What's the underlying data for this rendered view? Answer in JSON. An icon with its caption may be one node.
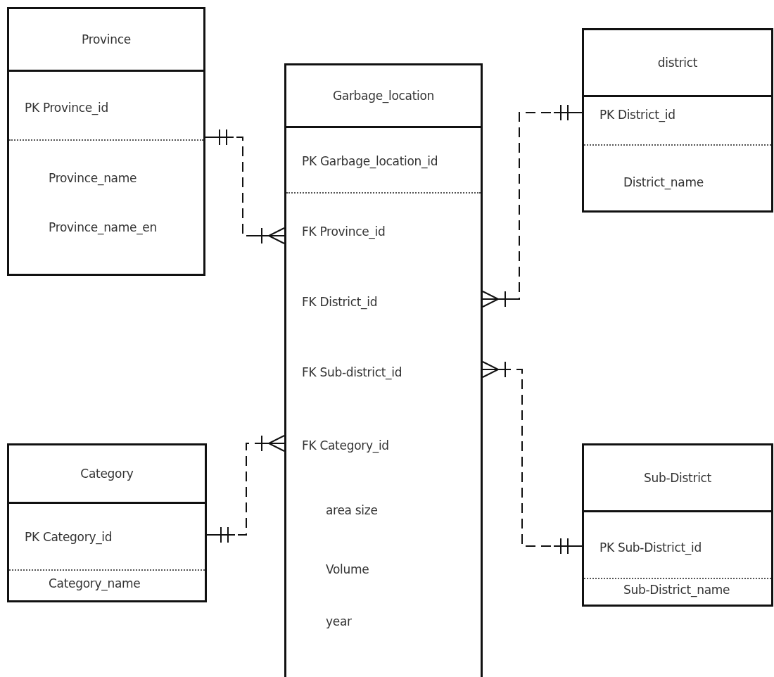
{
  "diagram": {
    "nodes": [
      {
        "text": [
          "Province",
          "PK Province_id",
          "Province_name",
          "Province_name_en"
        ]
      },
      {
        "text": [
          "Garbage_location",
          "PK Garbage_location_id",
          "FK Province_id",
          "FK District_id",
          "FK Sub-district_id",
          "FK Category_id",
          "area size",
          "Volume",
          "year"
        ]
      },
      {
        "text": [
          "district",
          "PK District_id",
          "District_name"
        ]
      },
      {
        "text": [
          "Category",
          "PK Category_id",
          "Category_name"
        ]
      },
      {
        "text": [
          "Sub-District",
          "PK Sub-District_id",
          "Sub-District_name"
        ]
      }
    ],
    "edges": [
      {
        "from": 0,
        "to": 1,
        "arrow": "other",
        "style": "dashed"
      },
      {
        "from": 2,
        "to": 1,
        "arrow": "other",
        "style": "dashed"
      },
      {
        "from": 4,
        "to": 1,
        "arrow": "other",
        "style": "dashed"
      },
      {
        "from": 3,
        "to": 1,
        "arrow": "other",
        "style": "dashed"
      }
    ]
  }
}
